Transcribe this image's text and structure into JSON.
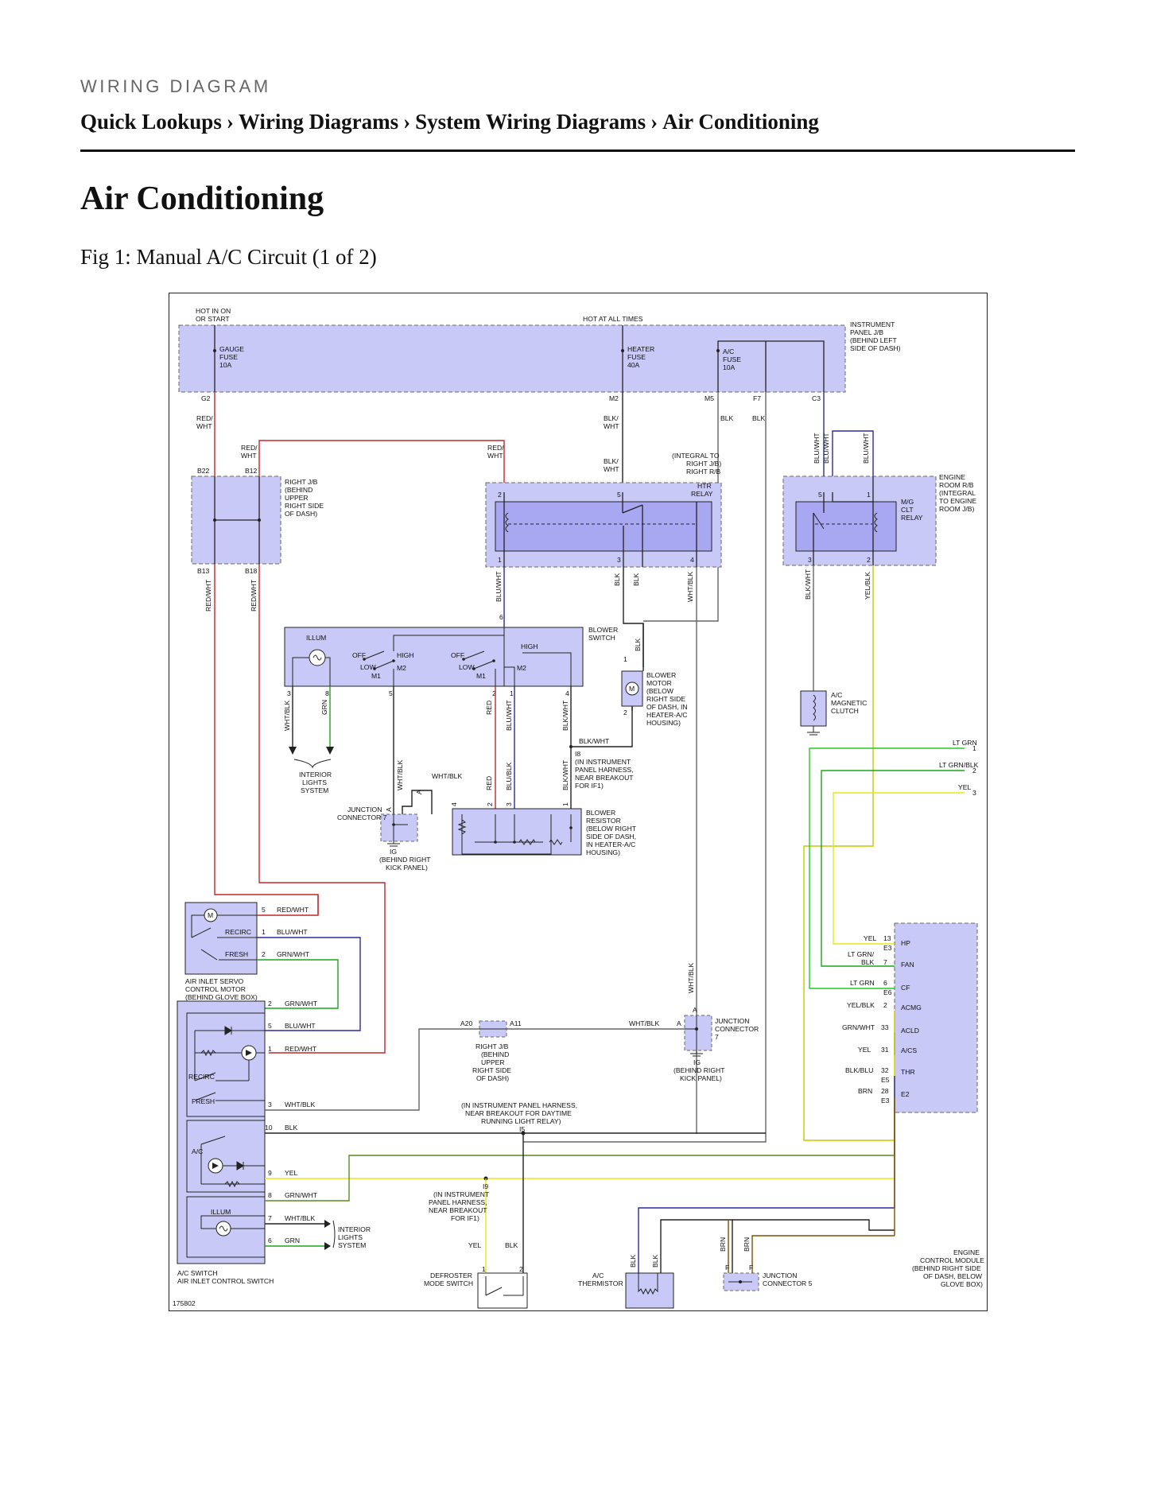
{
  "header": {
    "kicker": "WIRING DIAGRAM",
    "breadcrumb": [
      "Quick Lookups",
      "Wiring Diagrams",
      "System Wiring Diagrams",
      "Air Conditioning"
    ],
    "separator": "›"
  },
  "page_title": "Air Conditioning",
  "figure_caption": "Fig 1: Manual A/C Circuit (1 of 2)",
  "colors": {
    "box_fill": "#c9c9f7",
    "relay_fill": "#a8a8f2",
    "red": "#c0282b",
    "blue": "#2a2a9a",
    "green": "#1aa51a",
    "light_green": "#22cc22",
    "yellow": "#e8e81a",
    "olive": "#8a7a00",
    "brown": "#7a5200",
    "gray": "#666666",
    "black": "#222222"
  },
  "labels": {
    "hot_in_on": [
      "HOT IN ON",
      "OR START"
    ],
    "hot_at_all_times": "HOT AT ALL TIMES",
    "gauge_fuse": [
      "GAUGE",
      "FUSE",
      "10A"
    ],
    "heater_fuse": [
      "HEATER",
      "FUSE",
      "40A"
    ],
    "ac_fuse": [
      "A/C",
      "FUSE",
      "10A"
    ],
    "instrument_panel_jb": [
      "INSTRUMENT",
      "PANEL J/B",
      "(BEHIND LEFT",
      "SIDE OF DASH)"
    ],
    "right_jb": [
      "RIGHT J/B",
      "(BEHIND",
      "UPPER",
      "RIGHT SIDE",
      "OF DASH)"
    ],
    "integral_right_jb": [
      "(INTEGRAL TO",
      "RIGHT J/B)",
      "RIGHT R/B"
    ],
    "htr_relay": [
      "HTR",
      "RELAY"
    ],
    "engine_room_rb": [
      "ENGINE",
      "ROOM R/B",
      "(INTEGRAL",
      "TO ENGINE",
      "ROOM J/B)"
    ],
    "mg_clt_relay": [
      "M/G",
      "CLT",
      "RELAY"
    ],
    "blower_switch": [
      "BLOWER",
      "SWITCH"
    ],
    "illum": "ILLUM",
    "off": "OFF",
    "low": "LOW",
    "high": "HIGH",
    "m1": "M1",
    "m2": "M2",
    "blower_motor": [
      "BLOWER",
      "MOTOR",
      "(BELOW",
      "RIGHT SIDE",
      "OF DASH, IN",
      "HEATER-A/C",
      "HOUSING)"
    ],
    "ac_magnetic_clutch": [
      "A/C",
      "MAGNETIC",
      "CLUTCH"
    ],
    "interior_lights": [
      "INTERIOR",
      "LIGHTS",
      "SYSTEM"
    ],
    "i8": [
      "I8",
      "(IN INSTRUMENT",
      "PANEL HARNESS,",
      "NEAR BREAKOUT",
      "FOR IF1)"
    ],
    "junction_connector_7": [
      "JUNCTION",
      "CONNECTOR 7"
    ],
    "ig_behind_right_kick": [
      "IG",
      "(BEHIND RIGHT",
      "KICK PANEL)"
    ],
    "blower_resistor": [
      "BLOWER",
      "RESISTOR",
      "(BELOW RIGHT",
      "SIDE OF DASH,",
      "IN HEATER-A/C",
      "HOUSING)"
    ],
    "air_inlet_servo": [
      "AIR INLET SERVO",
      "CONTROL MOTOR",
      "(BEHIND GLOVE BOX)"
    ],
    "recirc": "RECIRC",
    "fresh": "FRESH",
    "ac": "A/C",
    "ac_switch": [
      "A/C SWITCH",
      "AIR INLET CONTROL SWITCH"
    ],
    "right_jb_lower": [
      "RIGHT J/B",
      "(BEHIND",
      "UPPER",
      "RIGHT SIDE",
      "OF DASH)"
    ],
    "i5": [
      "(IN INSTRUMENT PANEL HARNESS,",
      "NEAR BREAKOUT FOR DAYTIME",
      "RUNNING LIGHT RELAY)",
      "I5"
    ],
    "junction_connector_7b": [
      "JUNCTION",
      "CONNECTOR",
      "7"
    ],
    "i9": [
      "I9",
      "(IN INSTRUMENT",
      "PANEL HARNESS,",
      "NEAR BREAKOUT",
      "FOR IF1)"
    ],
    "defroster": [
      "DEFROSTER",
      "MODE SWITCH"
    ],
    "ac_thermistor": [
      "A/C",
      "THERMISTOR"
    ],
    "junction_connector_5": [
      "JUNCTION",
      "CONNECTOR 5"
    ],
    "ecm": [
      "ENGINE",
      "CONTROL MODULE",
      "(BEHIND RIGHT SIDE",
      "OF DASH, BELOW",
      "GLOVE BOX)"
    ],
    "ecm_pins": [
      "HP",
      "FAN",
      "CF",
      "ACMG",
      "ACLD",
      "A/CS",
      "THR",
      "E2"
    ],
    "diagram_id": "175802"
  },
  "wire_colors": {
    "red_wht": "RED/WHT",
    "red_wht_2": "RED/ WHT",
    "blk_wht": "BLK/ WHT",
    "blk": "BLK",
    "blu_wht": "BLU/WHT",
    "wht_blk": "WHT/BLK",
    "blk_wht2": "BLK/WHT",
    "yel_blk": "YEL/BLK",
    "grn": "GRN",
    "red": "RED",
    "blu_blk": "BLU/BLK",
    "grn_wht": "GRN/WHT",
    "lt_grn": "LT GRN",
    "lt_grn_blk": "LT GRN/BLK",
    "lt_grn_blk_2": "LT GRN/ BLK",
    "yel": "YEL",
    "blk_blu": "BLK/BLU",
    "brn": "BRN"
  },
  "connectors": {
    "g2": "G2",
    "m2": "M2",
    "m5": "M5",
    "f7": "F7",
    "c3": "C3",
    "b22": "B22",
    "b12": "B12",
    "b13": "B13",
    "b18": "B18",
    "a20": "A20",
    "a11": "A11",
    "e3": "E3",
    "e6": "E6",
    "e5": "E5",
    "e3b": "E3"
  },
  "pins": {
    "p1": "1",
    "p2": "2",
    "p3": "3",
    "p4": "4",
    "p5": "5",
    "p6": "6",
    "p7": "7",
    "p8": "8",
    "p9": "9",
    "p10": "10",
    "p13": "13",
    "p28": "28",
    "p31": "31",
    "p32": "32",
    "p33": "33",
    "pA": "A",
    "pF": "F"
  }
}
